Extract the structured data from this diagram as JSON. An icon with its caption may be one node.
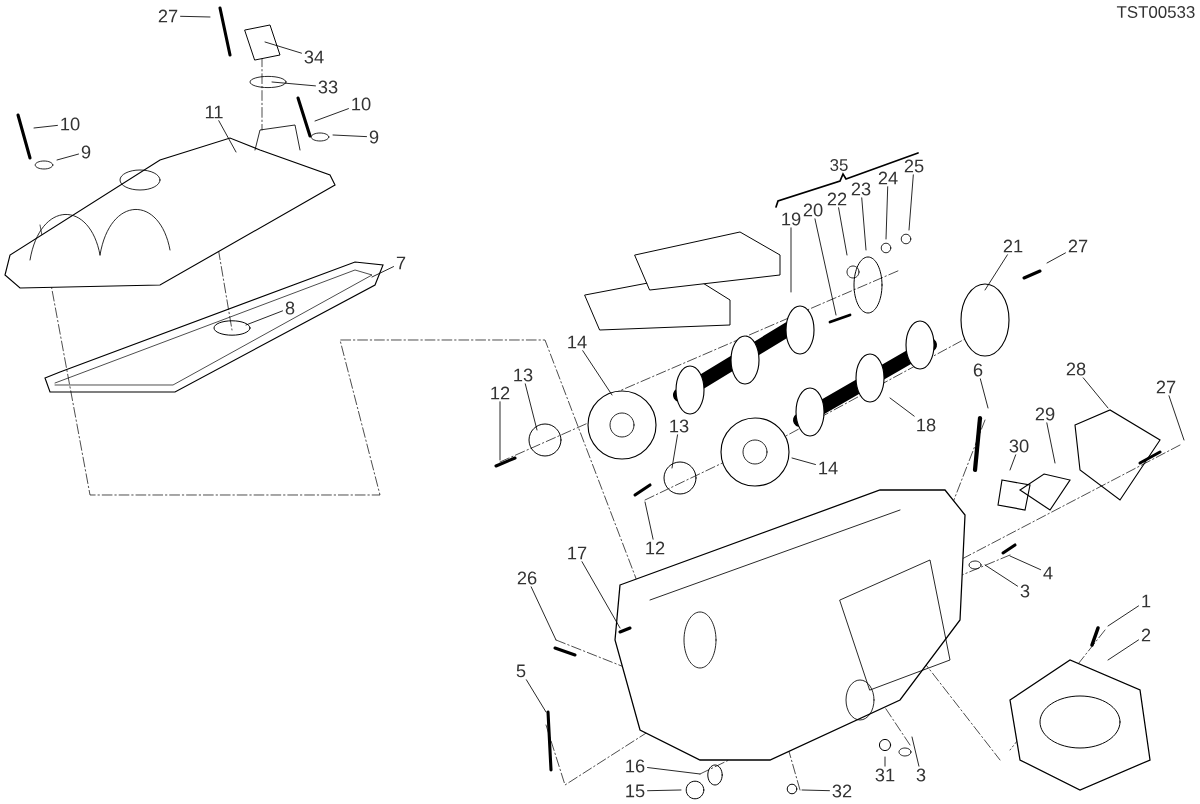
{
  "diagram": {
    "nodes": [
      {
        "text": [
          "27"
        ]
      },
      {
        "text": [
          "34"
        ]
      },
      {
        "text": [
          "33"
        ]
      },
      {
        "text": [
          "10"
        ]
      },
      {
        "text": [
          "9"
        ]
      },
      {
        "text": [
          "10"
        ]
      },
      {
        "text": [
          "11"
        ]
      },
      {
        "text": [
          "9"
        ]
      },
      {
        "text": [
          "7"
        ]
      },
      {
        "text": [
          "8"
        ]
      },
      {
        "text": [
          "19"
        ]
      },
      {
        "text": [
          "20"
        ]
      },
      {
        "text": [
          "22"
        ]
      },
      {
        "text": [
          "23"
        ]
      },
      {
        "text": [
          "24"
        ]
      },
      {
        "text": [
          "25"
        ]
      },
      {
        "text": [
          "21"
        ]
      },
      {
        "text": [
          "27"
        ]
      },
      {
        "text": [
          "6"
        ]
      },
      {
        "text": [
          "28"
        ]
      },
      {
        "text": [
          "27"
        ]
      },
      {
        "text": [
          "14"
        ]
      },
      {
        "text": [
          "13"
        ]
      },
      {
        "text": [
          "12"
        ]
      },
      {
        "text": [
          "29"
        ]
      },
      {
        "text": [
          "18"
        ]
      },
      {
        "text": [
          "13"
        ]
      },
      {
        "text": [
          "30"
        ]
      },
      {
        "text": [
          "14"
        ]
      },
      {
        "text": [
          "12"
        ]
      },
      {
        "text": [
          "17"
        ]
      },
      {
        "text": [
          "4"
        ]
      },
      {
        "text": [
          "26"
        ]
      },
      {
        "text": [
          "3"
        ]
      },
      {
        "text": [
          "1"
        ]
      },
      {
        "text": [
          "2"
        ]
      },
      {
        "text": [
          "5"
        ]
      },
      {
        "text": [
          "16"
        ]
      },
      {
        "text": [
          "31"
        ]
      },
      {
        "text": [
          "3"
        ]
      },
      {
        "text": [
          "15"
        ]
      },
      {
        "text": [
          "32"
        ]
      }
    ],
    "edges": [
      {
        "from": 0,
        "to": null,
        "arrow": "none"
      },
      {
        "from": 1,
        "to": null,
        "arrow": "none"
      },
      {
        "from": 2,
        "to": null,
        "arrow": "none"
      },
      {
        "from": 3,
        "to": null,
        "arrow": "none"
      },
      {
        "from": 4,
        "to": null,
        "arrow": "none"
      },
      {
        "from": 5,
        "to": null,
        "arrow": "none"
      },
      {
        "from": 6,
        "to": null,
        "arrow": "none"
      },
      {
        "from": 7,
        "to": null,
        "arrow": "none"
      },
      {
        "from": 8,
        "to": null,
        "arrow": "none"
      },
      {
        "from": 9,
        "to": null,
        "arrow": "none"
      },
      {
        "from": 10,
        "to": null,
        "arrow": "none"
      },
      {
        "from": 11,
        "to": null,
        "arrow": "none"
      },
      {
        "from": 12,
        "to": null,
        "arrow": "none"
      },
      {
        "from": 13,
        "to": null,
        "arrow": "none"
      },
      {
        "from": 14,
        "to": null,
        "arrow": "none"
      },
      {
        "from": 15,
        "to": null,
        "arrow": "none"
      },
      {
        "from": 16,
        "to": null,
        "arrow": "none"
      },
      {
        "from": 17,
        "to": null,
        "arrow": "none"
      },
      {
        "from": 18,
        "to": null,
        "arrow": "none"
      },
      {
        "from": 19,
        "to": null,
        "arrow": "none"
      },
      {
        "from": 20,
        "to": null,
        "arrow": "none"
      },
      {
        "from": 21,
        "to": null,
        "arrow": "none"
      },
      {
        "from": 22,
        "to": null,
        "arrow": "none"
      },
      {
        "from": 23,
        "to": null,
        "arrow": "none"
      },
      {
        "from": 24,
        "to": null,
        "arrow": "none"
      },
      {
        "from": 25,
        "to": null,
        "arrow": "none"
      },
      {
        "from": 26,
        "to": null,
        "arrow": "none"
      },
      {
        "from": 27,
        "to": null,
        "arrow": "none"
      },
      {
        "from": 28,
        "to": null,
        "arrow": "none"
      },
      {
        "from": 29,
        "to": null,
        "arrow": "none"
      },
      {
        "from": 30,
        "to": null,
        "arrow": "none"
      },
      {
        "from": 31,
        "to": null,
        "arrow": "none"
      },
      {
        "from": 32,
        "to": null,
        "arrow": "none"
      },
      {
        "from": 33,
        "to": null,
        "arrow": "none"
      },
      {
        "from": 34,
        "to": null,
        "arrow": "none"
      },
      {
        "from": 35,
        "to": null,
        "arrow": "none"
      },
      {
        "from": 36,
        "to": null,
        "arrow": "none"
      },
      {
        "from": 37,
        "to": null,
        "arrow": "none"
      },
      {
        "from": 38,
        "to": null,
        "arrow": "none"
      },
      {
        "from": 39,
        "to": null,
        "arrow": "none"
      },
      {
        "from": 40,
        "to": null,
        "arrow": "none"
      },
      {
        "from": 41,
        "to": null,
        "arrow": "none"
      }
    ],
    "labels": [
      "TST00533",
      "35"
    ]
  }
}
